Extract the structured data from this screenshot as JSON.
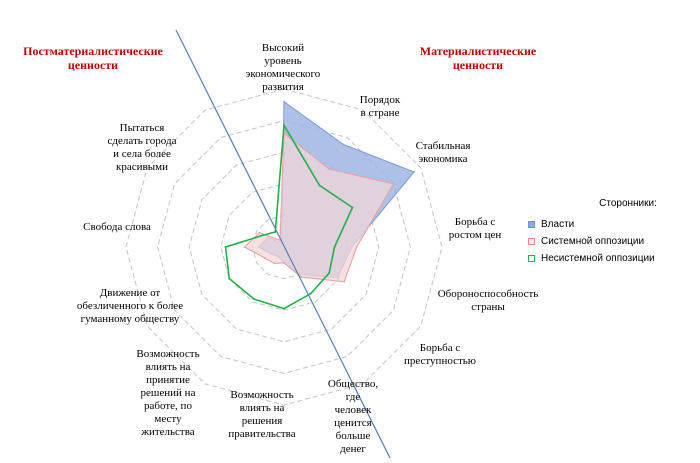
{
  "chart_data": {
    "type": "radar",
    "categories": [
      "Высокий\nуровень\nэкономического\nразвития",
      "Порядок\nв стране",
      "Стабильная\nэкономика",
      "Борьба с\nростом цен",
      "Обороноспособность\nстраны",
      "Борьба с\nпреступностью",
      "Общество,\nгде\nчеловек\nценится\nбольше\nденег",
      "Возможность\nвлиять на\nрешения\nправительства",
      "Возможность\nвлиять на\nпринятие\nрешений на\nработе, по\nместу\nжительства",
      "Движение от\nобезличенного к более\nгуманному обществу",
      "Свобода слова",
      "Пытаться\nсделать города\nи села более\nкрасивыми"
    ],
    "rlim": [
      0,
      1
    ],
    "grid_levels": [
      0.2,
      0.4,
      0.6,
      0.8,
      1.0
    ],
    "grid": true,
    "legend_title": "Сторонники:",
    "legend_position": "right",
    "series": [
      {
        "name": "Власти",
        "color": "#7f9fd8",
        "fill": "#9fb6e4",
        "values": [
          0.92,
          0.75,
          0.95,
          0.43,
          0.39,
          0.2,
          0.1,
          0.07,
          0.09,
          0.16,
          0.12,
          0.03
        ]
      },
      {
        "name": "Системной оппозиции",
        "color": "#e8a0a4",
        "fill": "#f3d6d8",
        "values": [
          0.72,
          0.57,
          0.8,
          0.46,
          0.44,
          0.22,
          0.1,
          0.12,
          0.14,
          0.25,
          0.18,
          0.05
        ]
      },
      {
        "name": "Несистемной оппозиции",
        "color": "#22b04b",
        "fill": "none",
        "values": [
          0.77,
          0.45,
          0.5,
          0.32,
          0.33,
          0.34,
          0.39,
          0.38,
          0.4,
          0.37,
          0.15,
          0.11
        ]
      }
    ],
    "group_labels": {
      "left": "Постматериалистические\nценности",
      "right": "Материалистические\nценности"
    }
  }
}
